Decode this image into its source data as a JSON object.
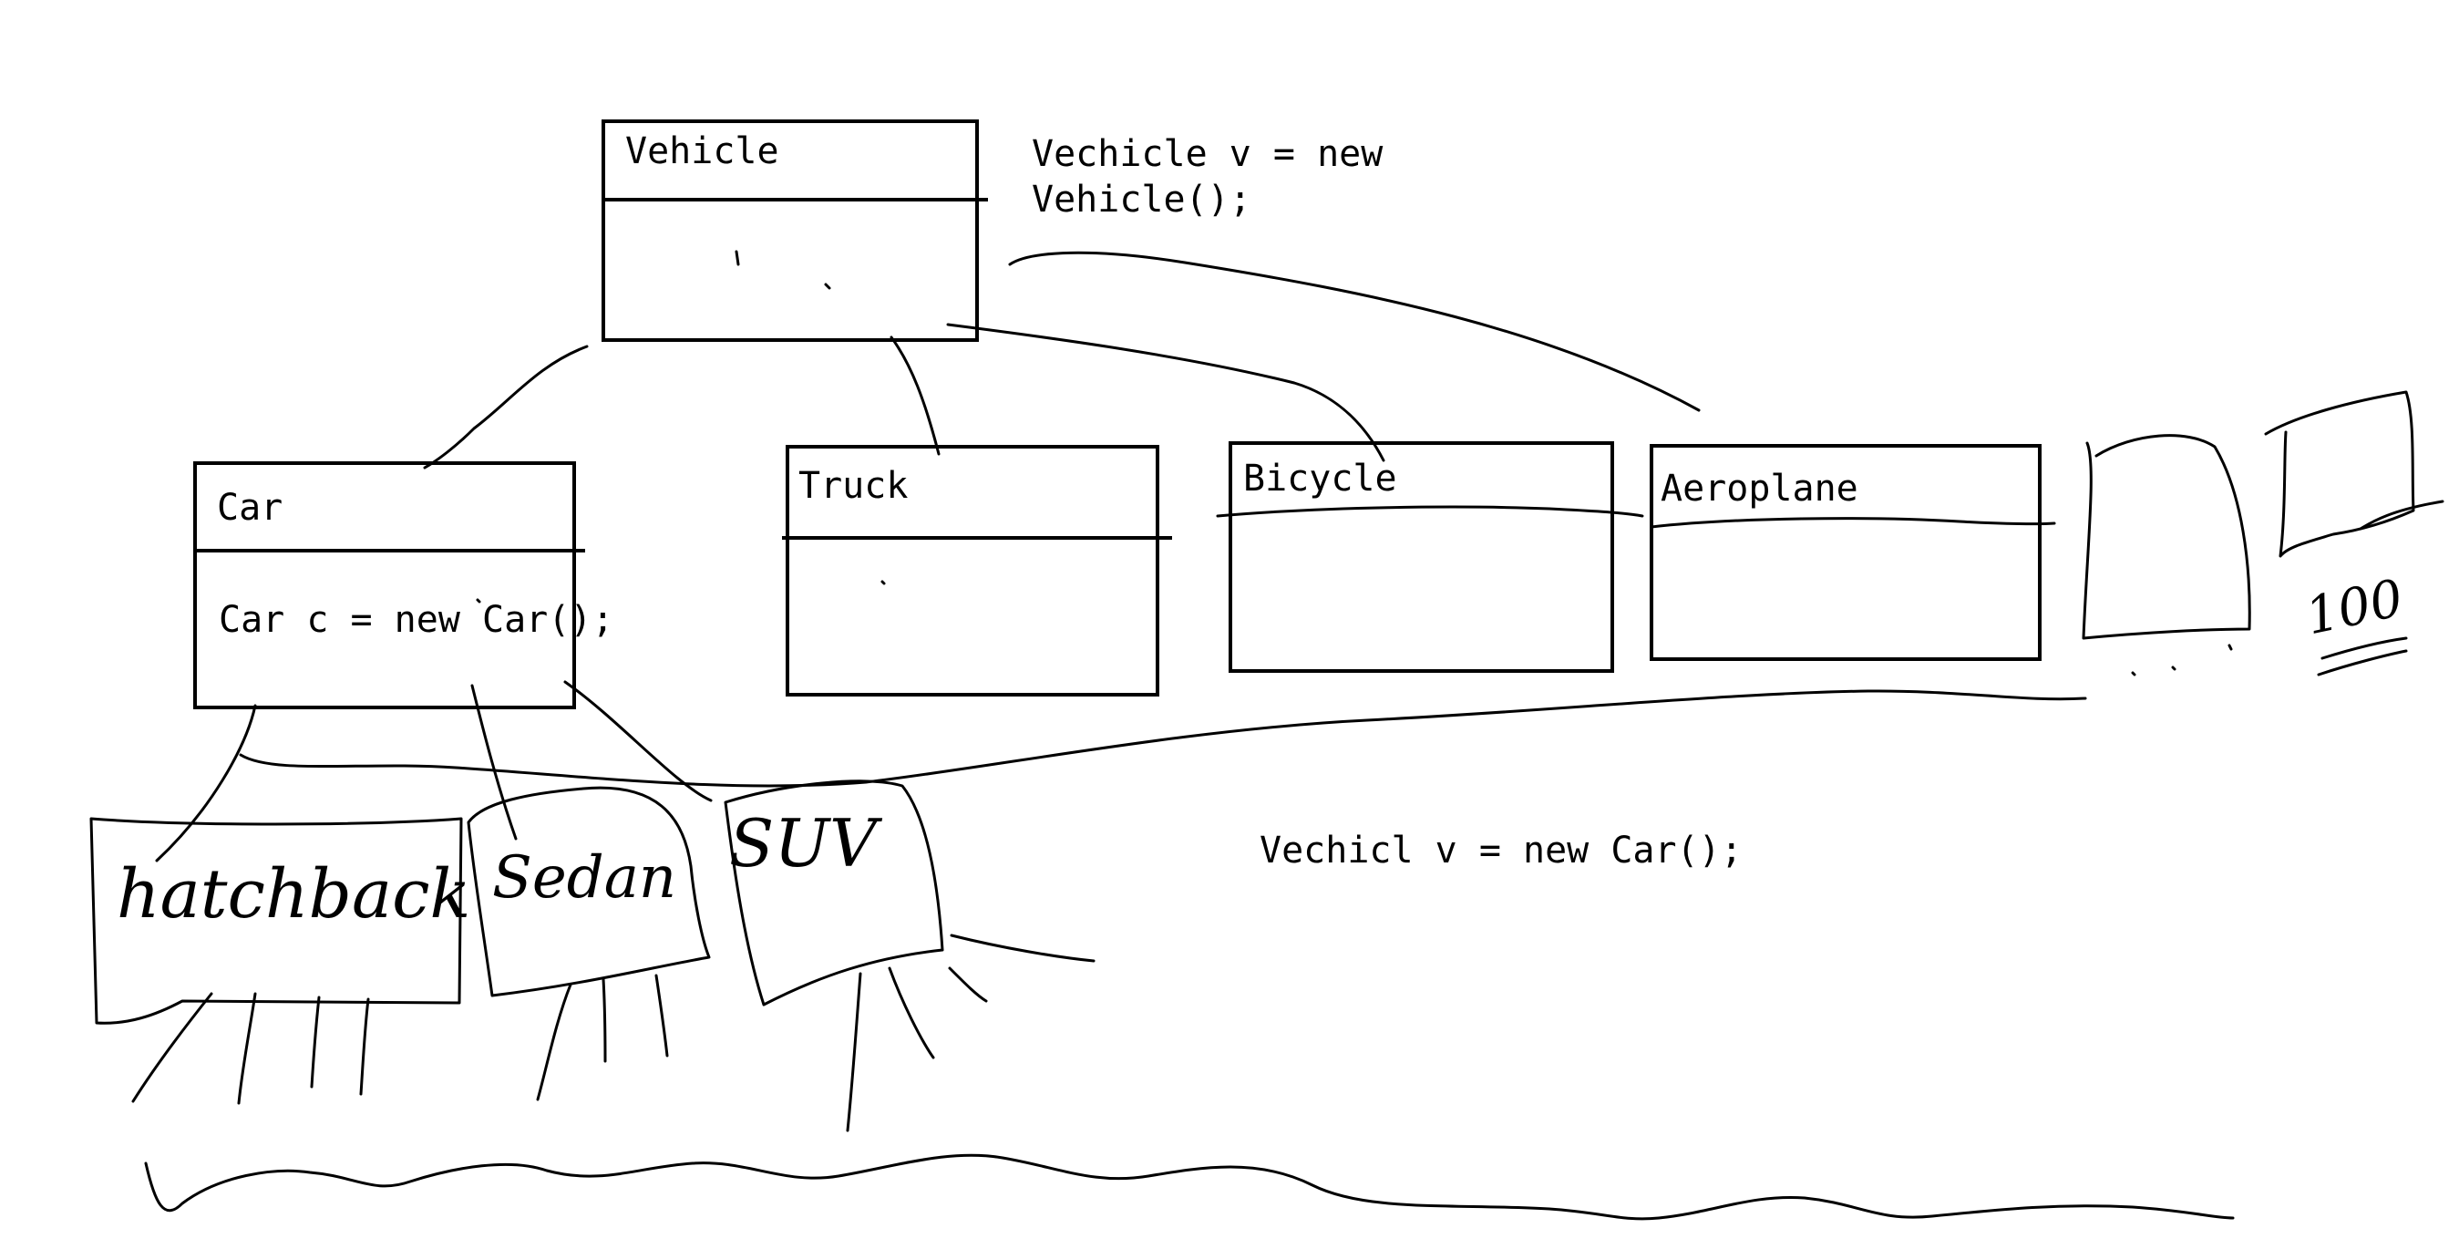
{
  "diagram": {
    "classes": {
      "vehicle": {
        "name": "Vehicle"
      },
      "car": {
        "name": "Car",
        "body": "Car c = new Car();"
      },
      "truck": {
        "name": "Truck"
      },
      "bicycle": {
        "name": "Bicycle"
      },
      "aeroplane": {
        "name": "Aeroplane"
      }
    },
    "notes": {
      "vehicle_instantiation": "Vechicle v = new\nVehicle();",
      "polymorphic_assignment": "Vechicl v = new Car();"
    },
    "handwritten": {
      "hatchback": "hatchback",
      "sedan": "Sedan",
      "suv": "SUV",
      "number": "100"
    }
  },
  "colors": {
    "ink": "#000000",
    "background": "#ffffff"
  }
}
